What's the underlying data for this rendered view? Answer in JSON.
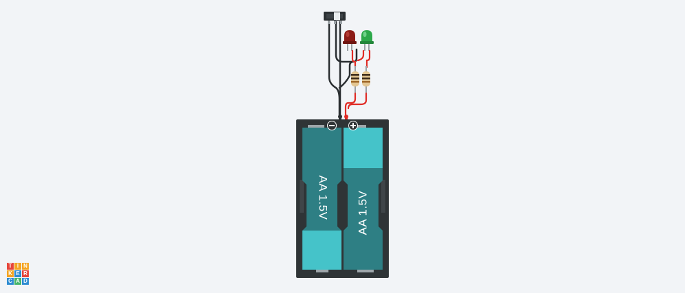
{
  "circuit": {
    "battery_1": {
      "label": "AA 1.5V"
    },
    "battery_2": {
      "label": "AA 1.5V"
    },
    "negative_terminal": "−",
    "positive_terminal": "+",
    "led_red_color": "#8c1b17",
    "led_green_color": "#2da84a",
    "battery_body_color": "#2e7f84",
    "battery_cap_color": "#45c3c9",
    "holder_color": "#2f3436",
    "wire_red_color": "#e02b25",
    "wire_black_color": "#2a2e31"
  },
  "logo": {
    "letters": [
      "T",
      "I",
      "N",
      "K",
      "E",
      "R",
      "C",
      "A",
      "D"
    ],
    "colors": [
      "#e6453a",
      "#f4a421",
      "#f4a421",
      "#f4a421",
      "#2d8bd1",
      "#e6453a",
      "#2d8bd1",
      "#45b56b",
      "#2d8bd1"
    ]
  }
}
